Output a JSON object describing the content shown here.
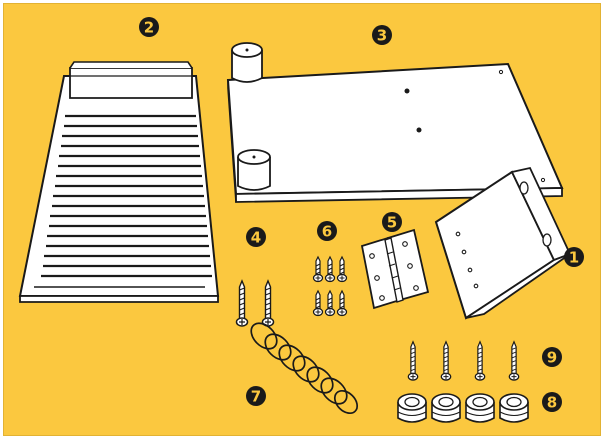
{
  "colors": {
    "background": "#fbc83f",
    "part_fill": "#ffffff",
    "outline": "#1a1a1a",
    "badge_fill": "#1a1a1a",
    "badge_text": "#fbc83f"
  },
  "callouts": {
    "part_1": "1",
    "part_2": "2",
    "part_3": "3",
    "part_4": "4",
    "part_5": "5",
    "part_6": "6",
    "part_7": "7",
    "part_8": "8",
    "part_9": "9"
  },
  "parts": [
    {
      "callout": "1",
      "name": "wooden-block",
      "count": 1
    },
    {
      "callout": "2",
      "name": "slotted-top-plate",
      "count": 1
    },
    {
      "callout": "3",
      "name": "base-board-with-posts",
      "count": 1
    },
    {
      "callout": "4",
      "name": "long-screws",
      "count": 2
    },
    {
      "callout": "5",
      "name": "hinge",
      "count": 1
    },
    {
      "callout": "6",
      "name": "small-screws",
      "count": 6
    },
    {
      "callout": "7",
      "name": "coil-spring",
      "count": 1
    },
    {
      "callout": "8",
      "name": "rubber-feet",
      "count": 4
    },
    {
      "callout": "9",
      "name": "foot-screws",
      "count": 4
    }
  ]
}
